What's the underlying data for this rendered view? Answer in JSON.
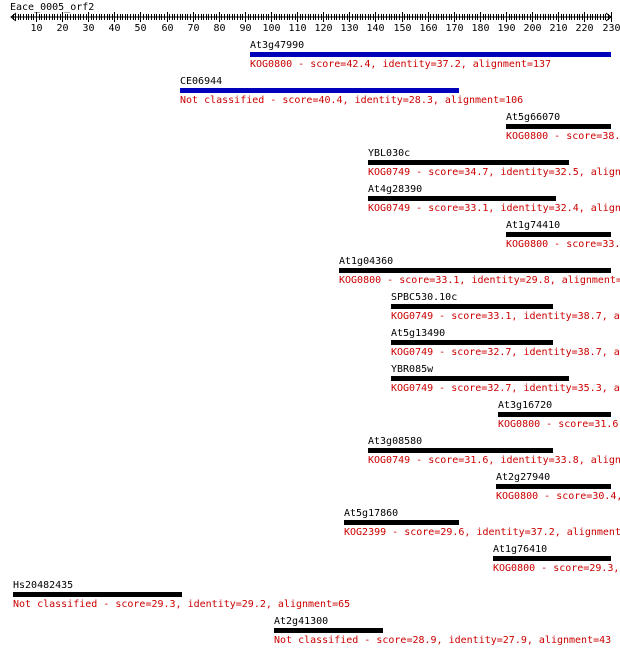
{
  "query": {
    "name": "Eace_0005_orf2",
    "length": 230,
    "ticks": [
      10,
      20,
      30,
      40,
      50,
      60,
      70,
      80,
      90,
      100,
      110,
      120,
      130,
      140,
      150,
      160,
      170,
      180,
      190,
      200,
      210,
      220,
      230
    ]
  },
  "colors": {
    "axis": "#000000",
    "bar": "#000000",
    "best_bar": "#0000bb",
    "description": "#cc0000"
  },
  "hits": [
    {
      "name": "At3g47990",
      "start": 92,
      "end": 230,
      "best": true,
      "description": "KOG0800 - score=42.4, identity=37.2, alignment=137"
    },
    {
      "name": "CE06944",
      "start": 65,
      "end": 172,
      "best": true,
      "description": "Not classified - score=40.4, identity=28.3, alignment=106"
    },
    {
      "name": "At5g66070",
      "start": 190,
      "end": 230,
      "best": false,
      "description": "KOG0800 - score=38."
    },
    {
      "name": "YBL030c",
      "start": 137,
      "end": 214,
      "best": false,
      "description": "KOG0749 - score=34.7, identity=32.5, align"
    },
    {
      "name": "At4g28390",
      "start": 137,
      "end": 209,
      "best": false,
      "description": "KOG0749 - score=33.1, identity=32.4, align"
    },
    {
      "name": "At1g74410",
      "start": 190,
      "end": 230,
      "best": false,
      "description": "KOG0800 - score=33."
    },
    {
      "name": "At1g04360",
      "start": 126,
      "end": 230,
      "best": false,
      "description": "KOG0800 - score=33.1, identity=29.8, alignment="
    },
    {
      "name": "SPBC530.10c",
      "start": 146,
      "end": 208,
      "best": false,
      "description": "KOG0749 - score=33.1, identity=38.7, a"
    },
    {
      "name": "At5g13490",
      "start": 146,
      "end": 208,
      "best": false,
      "description": "KOG0749 - score=32.7, identity=38.7, a"
    },
    {
      "name": "YBR085w",
      "start": 146,
      "end": 214,
      "best": false,
      "description": "KOG0749 - score=32.7, identity=35.3, a"
    },
    {
      "name": "At3g16720",
      "start": 187,
      "end": 230,
      "best": false,
      "description": "KOG0800 - score=31.6,"
    },
    {
      "name": "At3g08580",
      "start": 137,
      "end": 208,
      "best": false,
      "description": "KOG0749 - score=31.6, identity=33.8, align"
    },
    {
      "name": "At2g27940",
      "start": 186,
      "end": 230,
      "best": false,
      "description": "KOG0800 - score=30.4,"
    },
    {
      "name": "At5g17860",
      "start": 128,
      "end": 172,
      "best": false,
      "description": "KOG2399 - score=29.6, identity=37.2, alignment"
    },
    {
      "name": "At1g76410",
      "start": 185,
      "end": 230,
      "best": false,
      "description": "KOG0800 - score=29.3,"
    },
    {
      "name": "Hs20482435",
      "start": 1,
      "end": 66,
      "best": false,
      "description": "Not classified - score=29.3, identity=29.2, alignment=65"
    },
    {
      "name": "At2g41300",
      "start": 101,
      "end": 143,
      "best": false,
      "description": "Not classified - score=28.9, identity=27.9, alignment=43"
    }
  ]
}
